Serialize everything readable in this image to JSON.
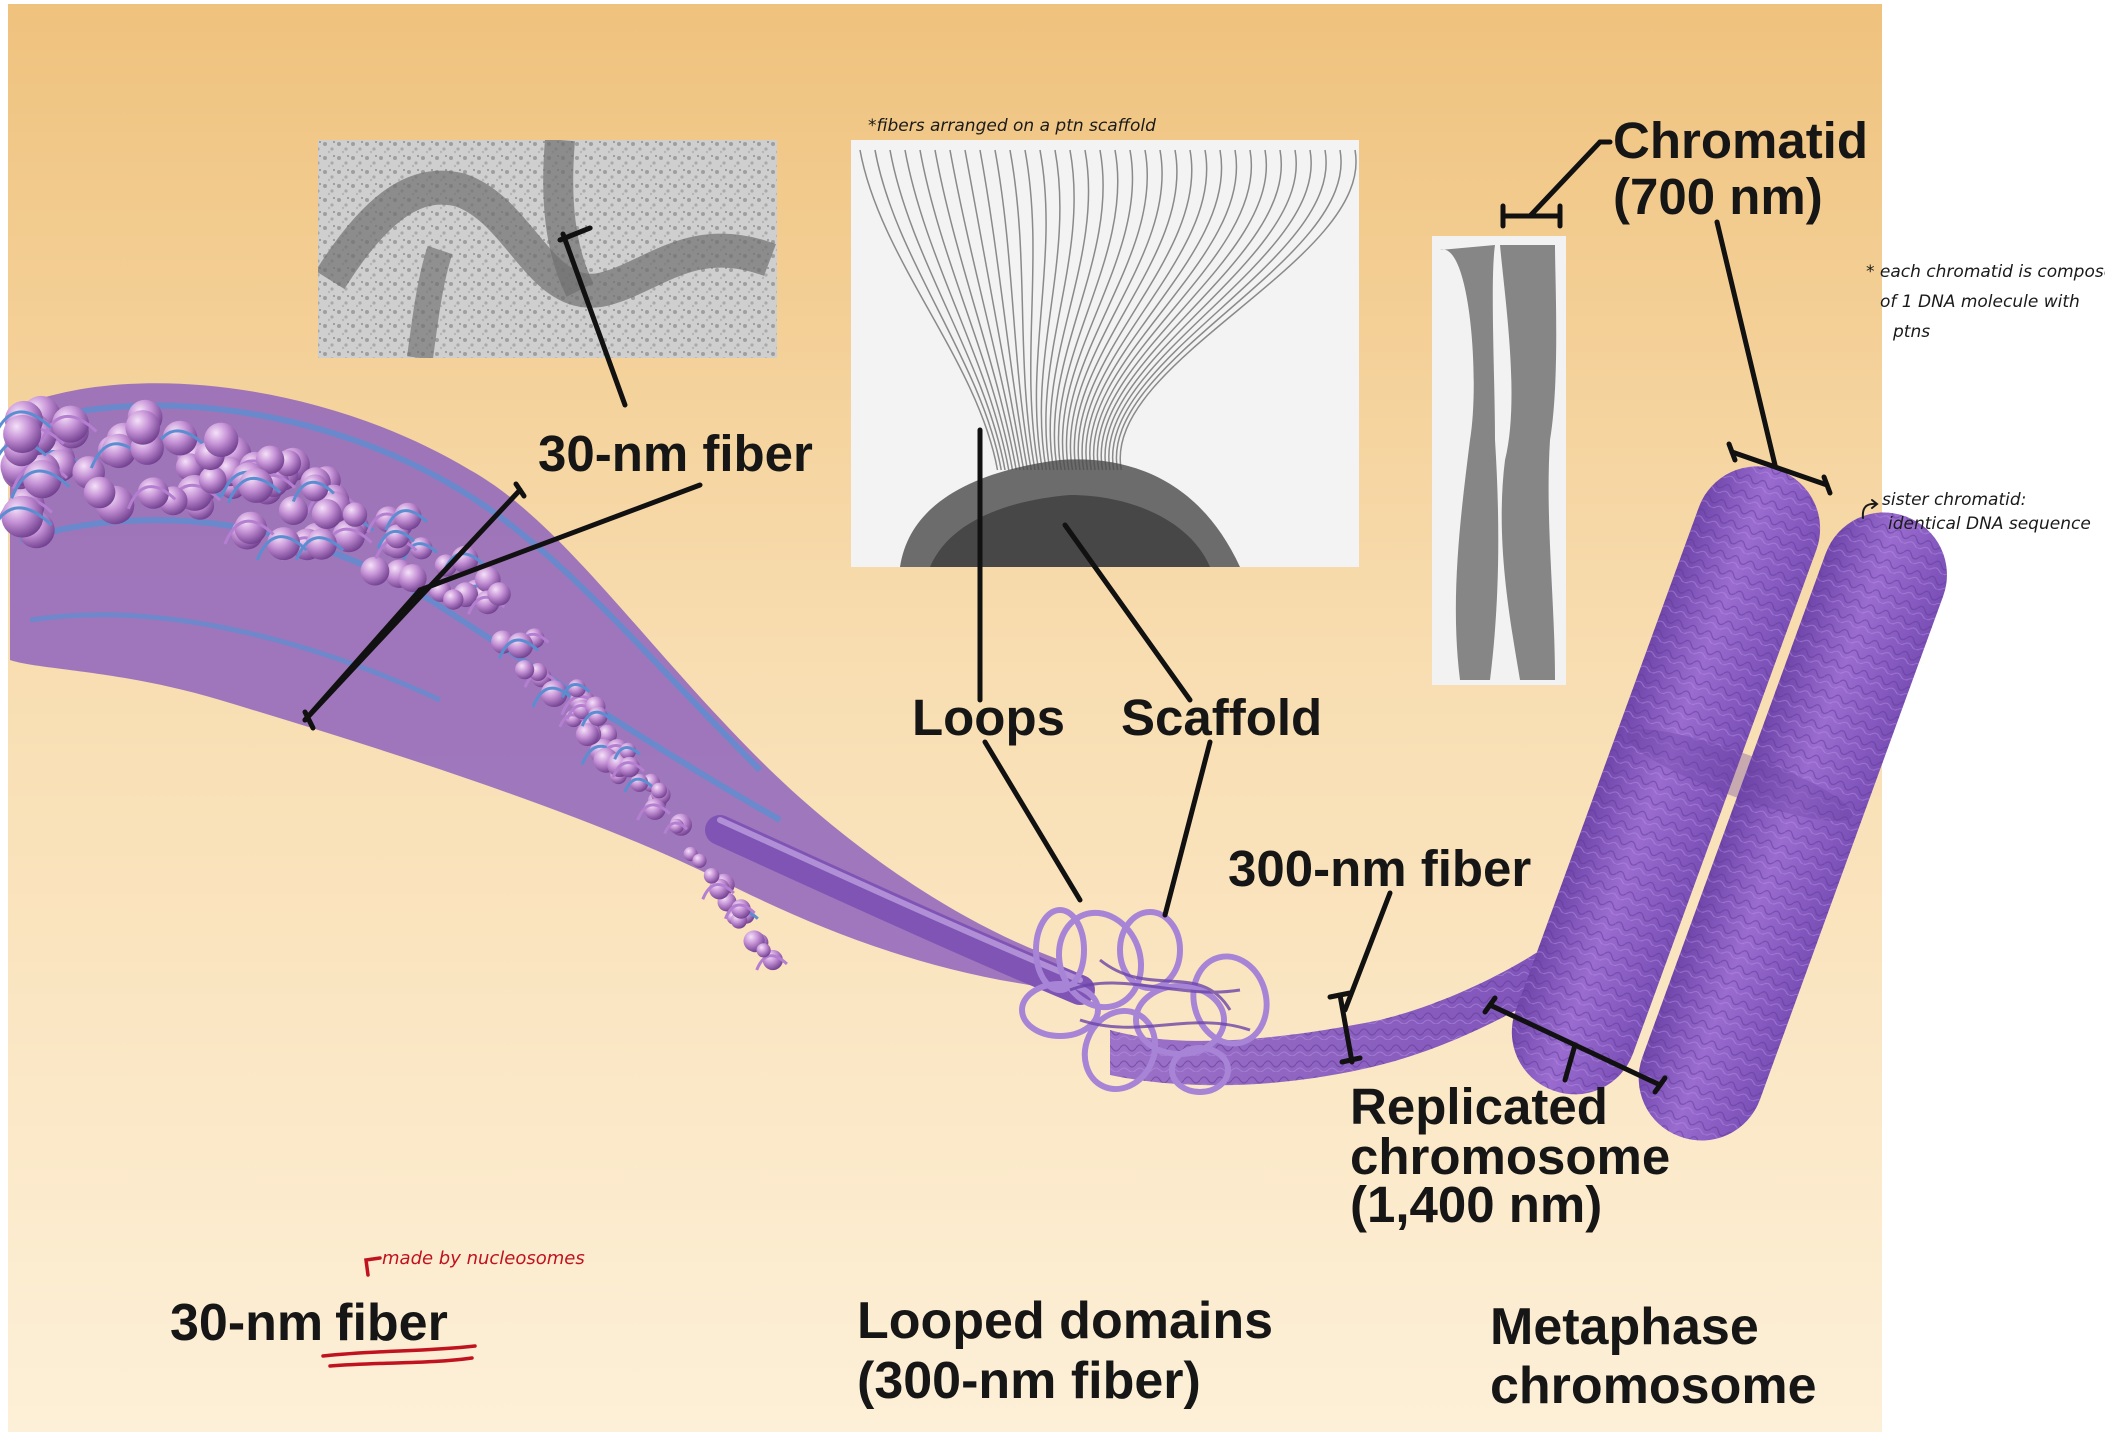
{
  "labels": {
    "fiber30_callout": "30-nm fiber",
    "chromatid": "Chromatid",
    "chromatid_size": "(700 nm)",
    "loops": "Loops",
    "scaffold": "Scaffold",
    "fiber300": "300-nm fiber",
    "replicated_1": "Replicated",
    "replicated_2": "chromosome",
    "replicated_3": "(1,400 nm)"
  },
  "captions": {
    "fiber30_prefix": "30-nm",
    "fiber30_underlined": "fiber",
    "looped_1": "Looped domains",
    "looped_2": "(300-nm fiber)",
    "metaphase_1": "Metaphase",
    "metaphase_2": "chromosome"
  },
  "notes": {
    "scaffold_note": "*fibers arranged on a ptn scaffold",
    "chromatid_note_1": "* each chromatid is composed",
    "chromatid_note_2": "of 1 DNA molecule with",
    "chromatid_note_3": "ptns",
    "sister_note_1": "sister chromatid:",
    "sister_note_2": "identical DNA sequence",
    "nucleosome_note": "made by nucleosomes"
  },
  "colors": {
    "background_top": "#efc27d",
    "background_bottom": "#fdf0d8",
    "fiber_purple": "#9b6cc0",
    "fiber_blue": "#5b8ed1",
    "chromosome_purple": "#8a5cc4",
    "annotation_red": "#c0121f"
  }
}
